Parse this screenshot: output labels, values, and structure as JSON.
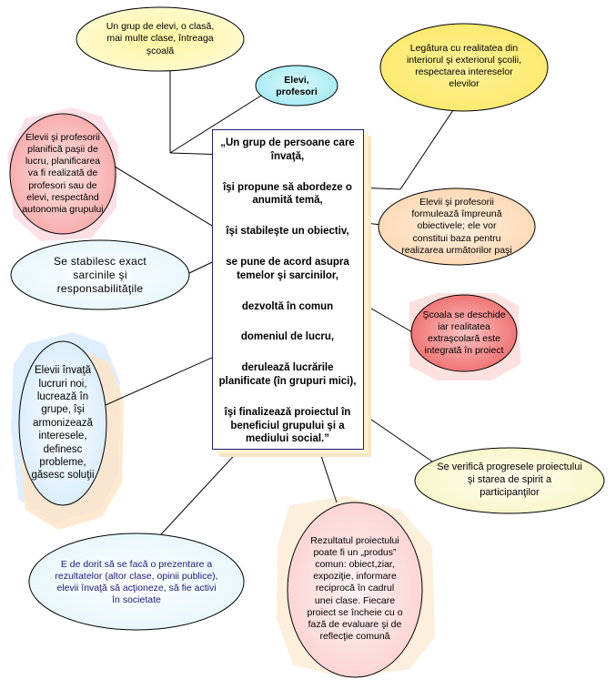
{
  "center_text": [
    "„Un grup de persoane care învaţă,",
    "îşi propune să abordeze o anumită temă,",
    "îşi stabileşte un obiectiv,",
    "se pune de acord asupra temelor şi sarcinilor,",
    "dezvoltă în comun",
    "domeniul de lucru,",
    "derulează lucrările planificate (în grupuri mici),",
    "îşi finalizează proiectul în beneficiul grupului şi  a mediului social.”"
  ],
  "bubbles": {
    "group": "Un grup de elevi, o clasă, mai multe clase, întreaga  şcoală",
    "students_teachers": "Elevi, profesori",
    "reality_link": "Legătura cu realitatea din interiorul şi exteriorul şcolii, respectarea intereselor elevilor",
    "plan_steps": "Elevii şi profesorii planifică paşii de lucru, planificarea va fi realizată de profesori sau de elevi, respectând autonomia grupului",
    "objectives": "Elevii şi profesorii formulează împreună obiectivele; ele vor constitui baza pentru realizarea următorilor paşi",
    "tasks": "Se stabilesc exact sarcinile şi responsabilităţile",
    "school_opens": "Şcoala se deschide iar realitatea extraşcolară este integrată în proiect",
    "students_learn": "Elevii învaţă lucruri noi, lucrează în grupe, îşi armonizează interesele, definesc probleme, găsesc soluţii",
    "progress_check": "Se verifică progresele proiectului şi starea de spirit a participanţilor",
    "presentation": "E de dorit să se facă o prezentare a rezultatelor (altor clase, opinii publice), elevii învaţă să acţioneze, să fie activi în societate",
    "result": "Rezultatul proiectului poate fi un „produs” comun: obiect,ziar, expoziţie, informare reciprocă în cadrul unei clase. Fiecare proiect se încheie cu o fază de evaluare şi de reflecţie comună"
  },
  "colors": {
    "yellow": "#fdf6a0",
    "cyan": "#a9eef5",
    "pink": "#fbc3c3",
    "red": "#f58a8a",
    "pale_yellow": "#fbfadc",
    "halo_orange": "#ffd9a8",
    "halo_blue": "#cfe7fb",
    "halo_pink": "#fde0ea",
    "box_border": "#1f1f7a",
    "box_shadow": "#f4e6c2"
  }
}
